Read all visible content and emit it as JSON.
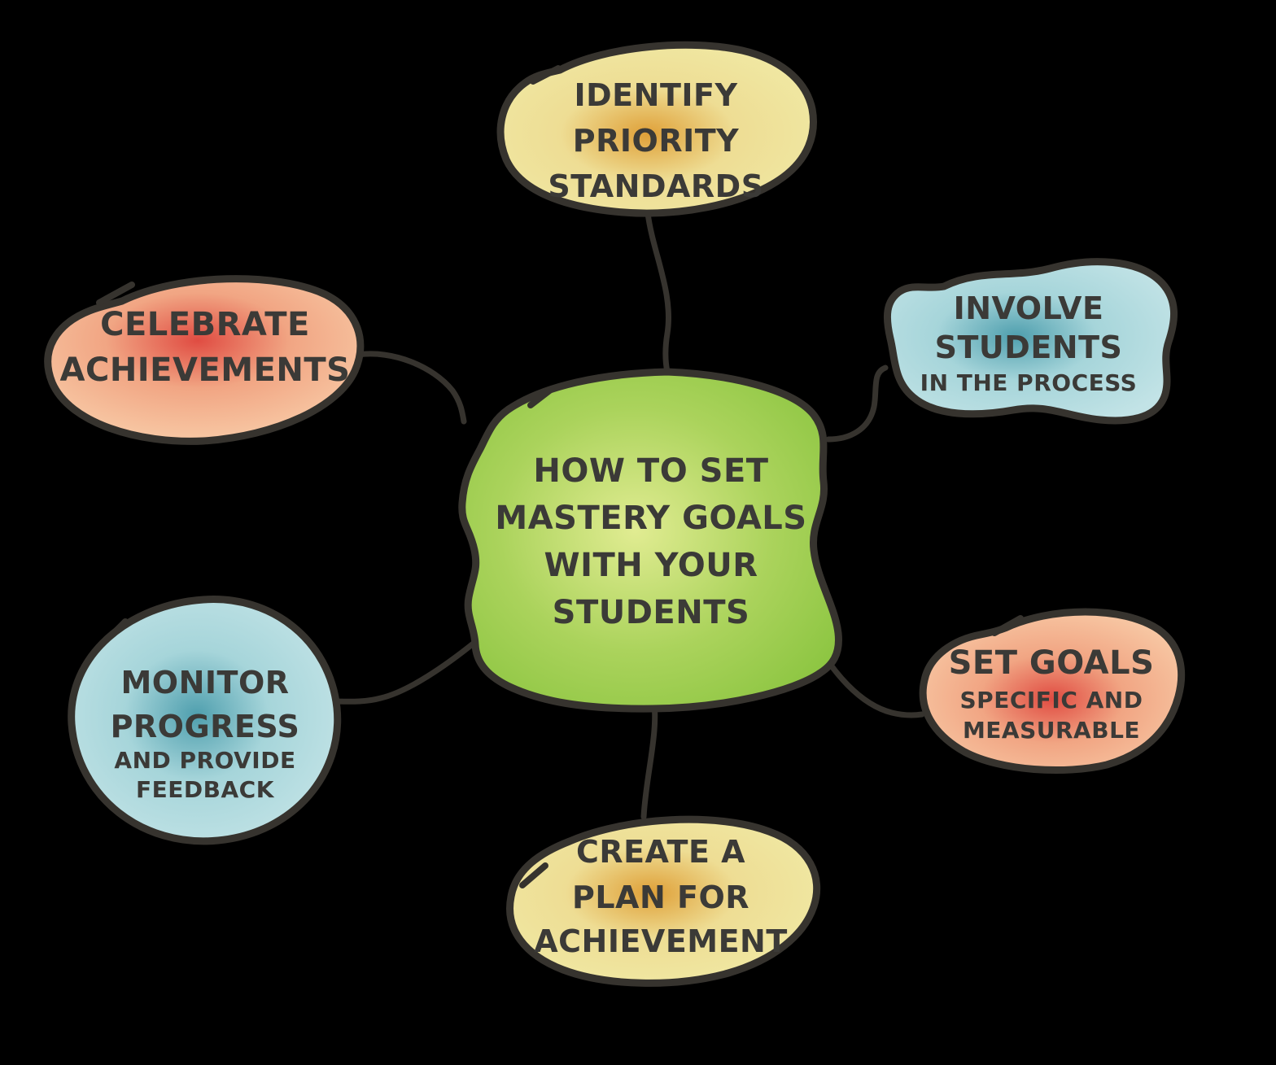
{
  "background_color": "#000000",
  "outline_color": "#36332e",
  "text_color": "#3b3a37",
  "nodes": {
    "center": {
      "lines": [
        "HOW TO SET",
        "MASTERY GOALS",
        "WITH YOUR",
        "STUDENTS"
      ],
      "fill_center": "#e1ec92",
      "fill_mid": "#abd35c",
      "fill_edge": "#85c23b"
    },
    "identify": {
      "lines": [
        "IDENTIFY",
        "PRIORITY",
        "STANDARDS"
      ],
      "fill_center": "#dfa038",
      "fill_mid": "#eedd94",
      "fill_edge": "#f0e9a4"
    },
    "involve": {
      "lines": [
        "INVOLVE",
        "STUDENTS"
      ],
      "sub_lines": [
        "IN THE PROCESS"
      ],
      "fill_center": "#4f9fae",
      "fill_mid": "#a6d5da",
      "fill_edge": "#c2e3e6"
    },
    "set_goals": {
      "lines": [
        "SET GOALS"
      ],
      "sub_lines": [
        "SPECIFIC AND",
        "MEASURABLE"
      ],
      "fill_center": "#e04c42",
      "fill_mid": "#f1a583",
      "fill_edge": "#f8cba7"
    },
    "create": {
      "lines": [
        "CREATE A",
        "PLAN FOR",
        "ACHIEVEMENT"
      ],
      "fill_center": "#dfa038",
      "fill_mid": "#eedd94",
      "fill_edge": "#f0e9a4"
    },
    "monitor": {
      "lines": [
        "MONITOR",
        "PROGRESS"
      ],
      "sub_lines": [
        "AND PROVIDE",
        "FEEDBACK"
      ],
      "fill_center": "#4f9fae",
      "fill_mid": "#a6d5da",
      "fill_edge": "#c2e3e6"
    },
    "celebrate": {
      "lines": [
        "CELEBRATE",
        "ACHIEVEMENTS"
      ],
      "fill_center": "#e04c42",
      "fill_mid": "#f1a583",
      "fill_edge": "#f8cba7"
    }
  }
}
